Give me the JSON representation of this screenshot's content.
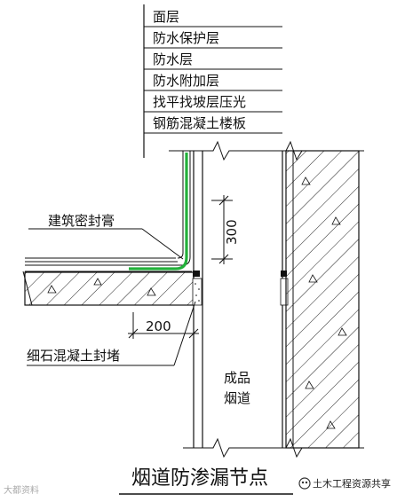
{
  "layer_labels": [
    "面层",
    "防水保护层",
    "防水层",
    "防水附加层",
    "找平找坡层压光",
    "钢筋混凝土楼板"
  ],
  "callouts": {
    "sealant": "建筑密封膏",
    "plug": "细石混凝土封堵",
    "flue": [
      "成品",
      "烟道"
    ]
  },
  "dimensions": {
    "upturn": "300",
    "gap": "200"
  },
  "title": "烟道防渗漏节点",
  "watermark": "大都资料",
  "brand": "土木工程资源共享",
  "colors": {
    "membrane": "#22b03a",
    "line": "#111111"
  }
}
